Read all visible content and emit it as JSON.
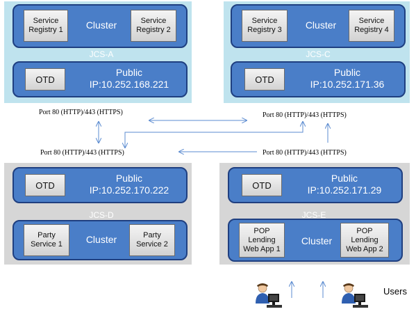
{
  "panels": {
    "a": {
      "jcs": "JCS-A",
      "cluster": "Cluster",
      "boxes": [
        "Service\nRegistry 1",
        "Service\nRegistry 2"
      ],
      "otd": "OTD",
      "public": "Public\nIP:10.252.168.221"
    },
    "c": {
      "jcs": "JCS-C",
      "cluster": "Cluster",
      "boxes": [
        "Service\nRegistry 3",
        "Service\nRegistry 4"
      ],
      "otd": "OTD",
      "public": "Public\nIP:10.252.171.36"
    },
    "d": {
      "jcs": "JCS-D",
      "cluster": "Cluster",
      "boxes": [
        "Party\nService 1",
        "Party\nService 2"
      ],
      "otd": "OTD",
      "public": "Public\nIP:10.252.170.222"
    },
    "e": {
      "jcs": "JCS-E",
      "cluster": "Cluster",
      "boxes": [
        "POP\nLending\nWeb App 1",
        "POP\nLending\nWeb App 2"
      ],
      "otd": "OTD",
      "public": "Public\nIP:10.252.171.29"
    }
  },
  "ports": {
    "top_left": "Port 80 (HTTP)/443 (HTTPS)",
    "top_right": "Port 80 (HTTP)/443 (HTTPS)",
    "bottom_left": "Port 80 (HTTP)/443 (HTTPS)",
    "bottom_right": "Port 80 (HTTP)/443 (HTTPS)"
  },
  "users_label": "Users",
  "colors": {
    "panel_blue": "#bfe3ee",
    "panel_gray": "#d6d6d6",
    "bar_fill": "#4a7ec8",
    "bar_border": "#1f3f80",
    "arrow": "#5b8bd0"
  }
}
